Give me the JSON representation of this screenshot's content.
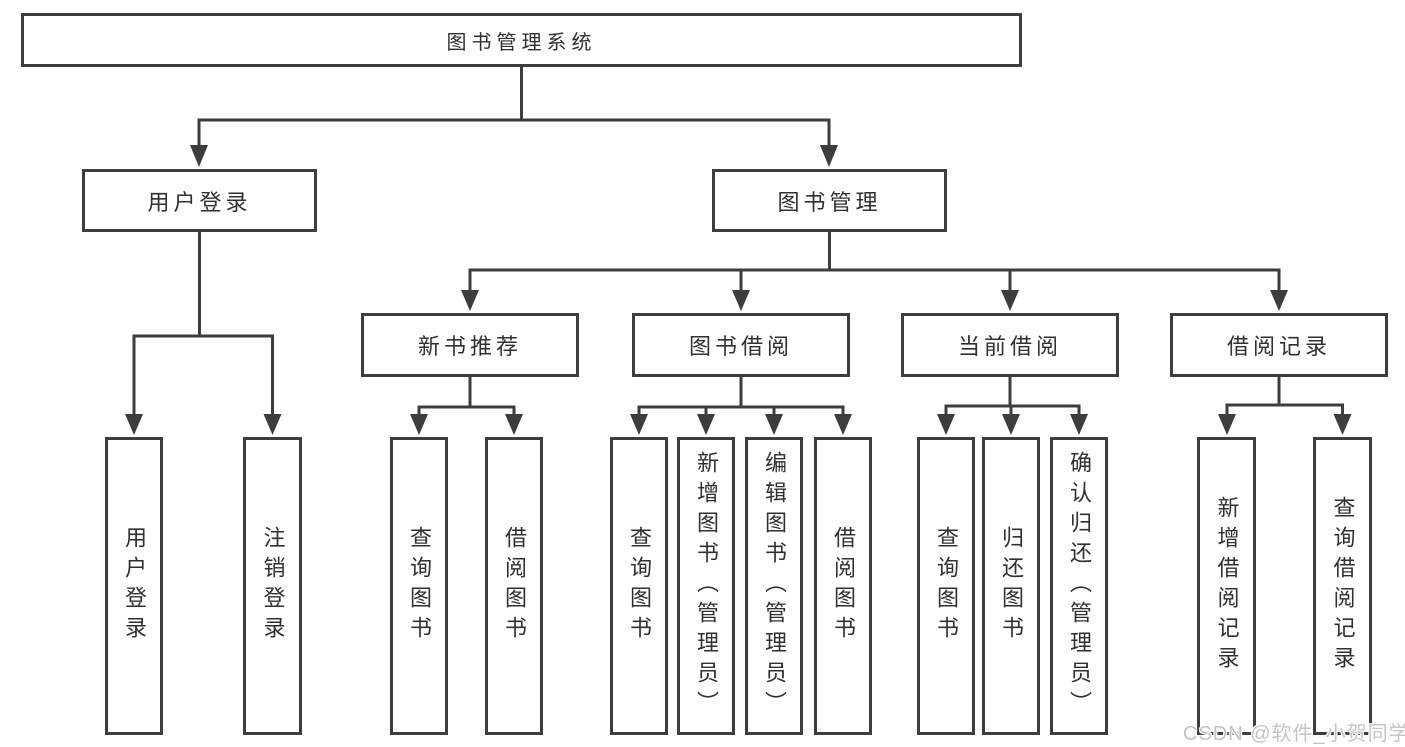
{
  "diagram": {
    "root": {
      "label": "图书管理系统"
    },
    "level2": [
      {
        "label": "用户登录"
      },
      {
        "label": "图书管理"
      }
    ],
    "level3": [
      {
        "label": "新书推荐"
      },
      {
        "label": "图书借阅"
      },
      {
        "label": "当前借阅"
      },
      {
        "label": "借阅记录"
      }
    ],
    "leaves": [
      {
        "label": "用户登录"
      },
      {
        "label": "注销登录"
      },
      {
        "label": "查询图书"
      },
      {
        "label": "借阅图书"
      },
      {
        "label": "查询图书"
      },
      {
        "label": "新增图书（管理员）"
      },
      {
        "label": "编辑图书（管理员）"
      },
      {
        "label": "借阅图书"
      },
      {
        "label": "查询图书"
      },
      {
        "label": "归还图书"
      },
      {
        "label": "确认归还（管理员）"
      },
      {
        "label": "新增借阅记录"
      },
      {
        "label": "查询借阅记录"
      }
    ],
    "colors": {
      "line": "#3d3d3d",
      "text": "#303030",
      "box_background": "#ffffff",
      "watermark": "#c4c4c4"
    }
  },
  "watermark": {
    "text": "CSDN @软件_小贺同学"
  }
}
